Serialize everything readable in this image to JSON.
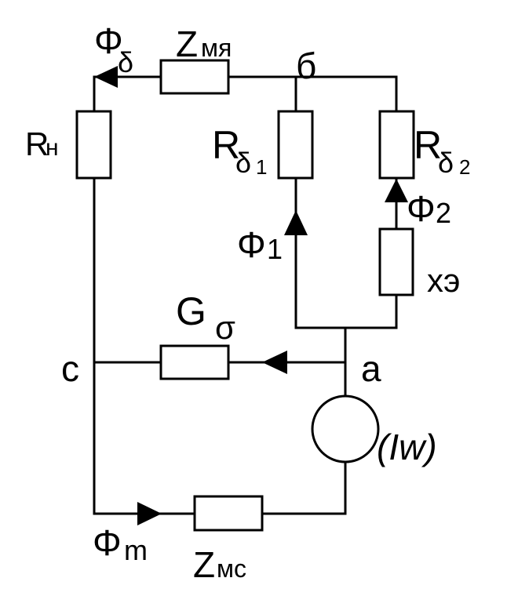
{
  "labels": {
    "phi_delta": {
      "main": "Φ",
      "sub": "δ"
    },
    "z_mya": {
      "main": "Z",
      "sub": "мя"
    },
    "node_b": "б",
    "r_n": {
      "main": "R",
      "sub": "н"
    },
    "r_delta1": {
      "main": "R",
      "sub": "δ",
      "sub2": "1"
    },
    "r_delta2": {
      "main": "R",
      "sub": "δ",
      "sub2": "2"
    },
    "phi_2": {
      "main": "Φ",
      "sub": "2"
    },
    "phi_1": {
      "main": "Φ",
      "sub": "1"
    },
    "x_e": "xэ",
    "g_sigma": {
      "main": "G",
      "sub": "σ"
    },
    "node_c": "c",
    "node_a": "a",
    "iw": "(Iw)",
    "phi_m": {
      "main": "Φ",
      "sub": "m"
    },
    "z_mc": {
      "main": "Z",
      "sub": "мс"
    }
  }
}
